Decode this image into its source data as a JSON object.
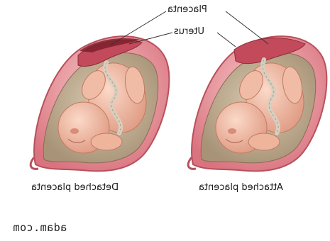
{
  "labels": {
    "placenta": "Placenta",
    "uterus": "Uterus"
  },
  "captions": {
    "left": "Detached placenta",
    "right": "Attached placenta"
  },
  "credit": "adam.com",
  "colors": {
    "uterine_wall": "#e79aa0",
    "uterine_edge": "#b8505c",
    "amniotic_fill": "#c9b59a",
    "placenta": "#c24a5a",
    "fetus_skin": "#f2c1aa",
    "fetus_shadow": "#d98d78",
    "cord": "#d8cfc0"
  }
}
